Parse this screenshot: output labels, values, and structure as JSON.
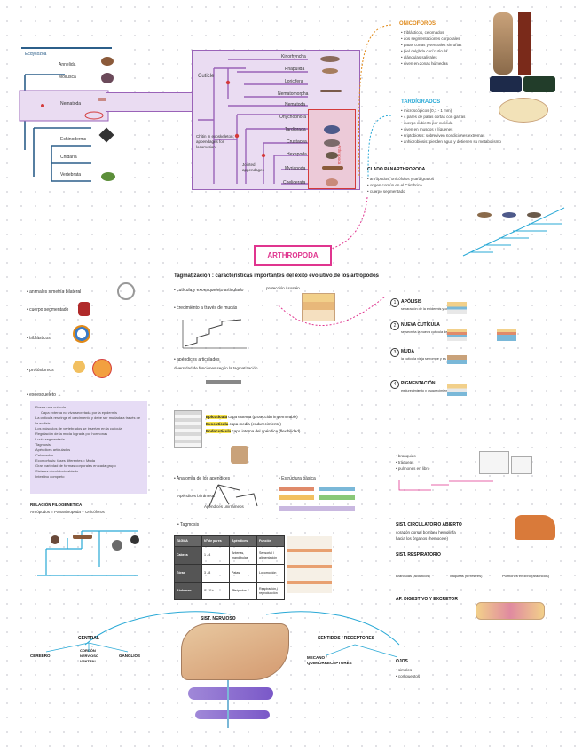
{
  "title": "ARTHROPODA",
  "tree": {
    "left_labels": [
      "Ecdysozoa",
      "Annelida",
      "Mollusca",
      "Nematoda",
      "Echinoderms",
      "Cnidaria",
      "Vertebrata"
    ],
    "right_labels": [
      "Kinorhyncha",
      "Priapulida",
      "Loricifera",
      "Nematomorpha",
      "Nematoda",
      "Onychophora",
      "Tardigrada",
      "Crustacea",
      "Hexapoda",
      "Myriapoda",
      "Chelicerata"
    ],
    "node_cuticle": "Cuticle",
    "node_chitin": "Chitin in exoskeleton; appendages for locomotion",
    "node_jointed": "Jointed appendages",
    "bracket": "Arthropoda"
  },
  "right_notes": {
    "onychophora": "ONICÓFOROS",
    "onych_items": [
      "• triblásticos, celomados",
      "• dos segmentaciones corporales",
      "• patas cortas y ventrales sin uñas",
      "• piel delgada con cutícula",
      "• glándulas salivales",
      "• viven en zonas húmedas"
    ],
    "tardigrada": "TARDÍGRADOS",
    "tard_items": [
      "• microscópicos (0,1 - 1 mm)",
      "• 4 pares de patas cortas con garras",
      "• cuerpo cubierto por cutícula",
      "• viven en musgos y líquenes",
      "• criptobiosis: sobreviven condiciones extremas",
      "• anhidrobiosis: pierden agua y detienen su metabolismo"
    ],
    "clade": "CLADO PANARTHROPODA",
    "clade_items": [
      "• artrópodos, onicóforos y tardígrados",
      "• origen común en el Cámbrico",
      "• cuerpo segmentado"
    ]
  },
  "traits": {
    "items": [
      "• animales simetría bilateral",
      "• cuerpo segmentado",
      "• triblásticos",
      "• protóstomos",
      "• exoesqueleto →"
    ],
    "exo_lines": [
      "Posee una cutícula",
      "Capa externa no viva secretada por la epidermis",
      "La cutícula restringe el crecimiento y debe ser mudada a través de la ecdisis",
      "Los músculos de vertebrados se insertan en la cutícula",
      "Regulación de la muda lograda por hormonas",
      "Luvia segmentada",
      "Tagmosis",
      "Apéndices articulados",
      "Celomados",
      "Ecomorfosis: fases diferentes = Muda",
      "Gran variedad de formas corporales en cada grupo",
      "Sistema circulatorio abierto",
      "Intestino completo"
    ],
    "evo_title": "RELACIÓN FILOGENÉTICA",
    "evo_line": "Artrópodos = Panarthropoda + Onicóforos"
  },
  "center": {
    "header": "Tagmatización : características importantes del éxito evolutivo de los artrópodos",
    "b1": "• cutícula y exoesqueleto articulado",
    "b1_side": "protección / sostén",
    "b2": "• crecimiento a través de mudas",
    "b3": "• apéndices articulados",
    "b3_note": "diversidad de funciones según la tagmatización",
    "layers": [
      {
        "name": "Epicutícula",
        "desc": "capa externa (protección impermeable)"
      },
      {
        "name": "Exocutícula",
        "desc": "capa media (endurecimiento)"
      },
      {
        "name": "Endocutícula",
        "desc": "capa interna del apéndice (flexibilidad)"
      }
    ],
    "ap_title": "• Anatomía de los apéndices",
    "ap_left": "Apéndices birrámeos",
    "ap_right": "Apéndices unirrámeos",
    "gen_title": "• Estructura básica",
    "tag_title": "• Tagmosis"
  },
  "moult": {
    "steps": [
      {
        "n": "1",
        "name": "APÓLISIS",
        "desc": "separación de la epidermis y cutícula vieja"
      },
      {
        "n": "2",
        "name": "NUEVA CUTÍCULA",
        "desc": "se secreta la nueva cutícula debajo"
      },
      {
        "n": "3",
        "name": "MUDA",
        "desc": "la cutícula vieja se rompe y es desechada"
      },
      {
        "n": "4",
        "name": "PIGMENTACIÓN",
        "desc": "endurecimiento y oscurecimiento"
      }
    ]
  },
  "table": {
    "headers": [
      "TAGMA",
      "Nº de pares",
      "Apéndices",
      "Función"
    ],
    "rows": [
      [
        "Cabeza",
        "1 - 4",
        "Antenas, mandíbulas",
        "Sensorial / alimentación"
      ],
      [
        "Tórax",
        "3 - 8",
        "Patas",
        "Locomoción"
      ],
      [
        "Abdomen",
        "0 - 11+",
        "Pleópodos",
        "Respiración / reproducción"
      ]
    ]
  },
  "systems": {
    "resp": [
      "• branquias",
      "• tráqueas",
      "• pulmones en libro"
    ],
    "circ_title": "SIST. CIRCULATORIO ABIERTO",
    "circ_lines": [
      "corazón dorsal bombea hemolinfa",
      "hacia los órganos (hemocele)"
    ],
    "resp_title": "SIST. RESPIRATORIO",
    "resp_sub": [
      "Branquias (acuáticos)",
      "Tráqueas (terrestres)",
      "Pulmones en libro (arácnidos)"
    ],
    "dig_title": "AP. DIGESTIVO Y EXCRETOR",
    "nerv_title": "SIST. NERVIOSO",
    "nerv_central": "CENTRAL",
    "nerv_left": "CEREBRO",
    "nerv_mid": "CORDÓN NERVIOSO VENTRAL",
    "nerv_right": "GANGLIOS",
    "sense_title": "SENTIDOS / RECEPTORES",
    "sense_left": "MECANO / QUIMIORRECEPTORES",
    "sense_right": "OJOS",
    "sense_eye": [
      "• simples",
      "• compuestos"
    ]
  }
}
